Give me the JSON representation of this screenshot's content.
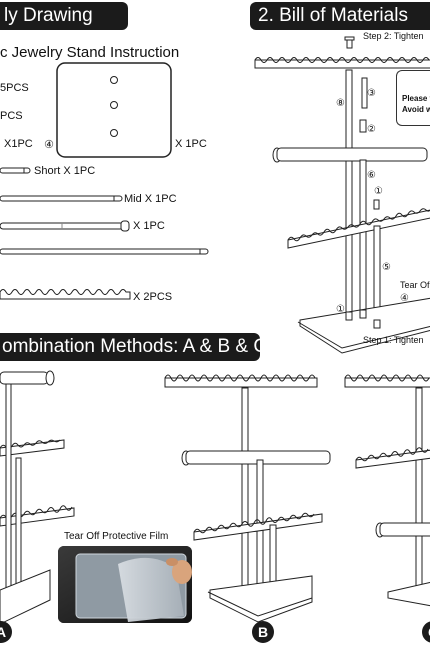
{
  "sections": {
    "assembly_title": "ly Drawing",
    "bom_title": "2. Bill of Materials",
    "combination_title": "ombination Methods: A & B & C"
  },
  "parts": {
    "instruction_title": "c Jewelry Stand Instruction",
    "qty_5pcs": "5PCS",
    "qty_pcs": "PCS",
    "qty_x1pc_4": "X1PC",
    "circle_4": "④",
    "base_plate_qty": "X 1PC",
    "short_rod": "Short X 1PC",
    "mid_rod": "Mid X 1PC",
    "long_rod_qty": "X 1PC",
    "bar_qty": "X 2PCS"
  },
  "bom": {
    "step2": "Step 2: Tighten",
    "step1": "Step 1: Tighten",
    "tear_off": "Tear Of",
    "note_line1": "Please t",
    "note_line2": "Avoid w",
    "c1": "①",
    "c2": "②",
    "c3": "③",
    "c4": "④",
    "c5": "⑤",
    "c6": "⑥",
    "c8": "⑧"
  },
  "combination": {
    "tear_off_film": "Tear Off Protective Film",
    "label_a": "A",
    "label_b": "B",
    "label_c": "C"
  }
}
